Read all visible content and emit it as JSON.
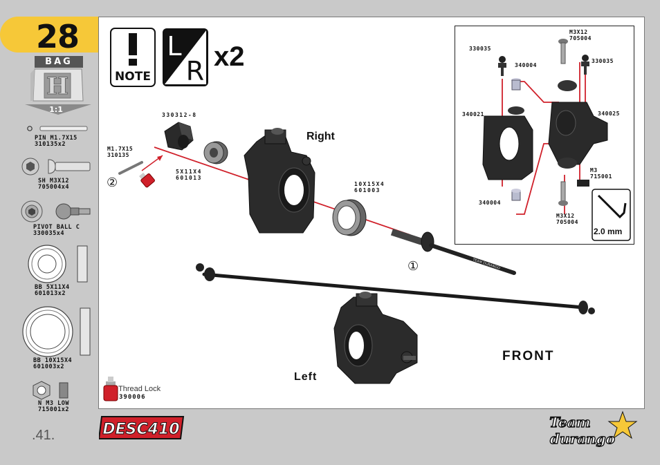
{
  "step": {
    "number": "28",
    "bag_label": "BAG",
    "bag_letter": "H",
    "scale": "1:1"
  },
  "note": {
    "label": "NOTE",
    "side_left": "L",
    "side_right": "R",
    "multiplier": "x2"
  },
  "sidebar_parts": [
    {
      "name": "PIN M1.7X15",
      "code": "310135x2"
    },
    {
      "name": "SH M3X12",
      "code": "705004x4"
    },
    {
      "name": "PIVOT BALL C",
      "code": "330035x4"
    },
    {
      "name": "BB 5X11X4",
      "code": "601013x2"
    },
    {
      "name": "BB 10X15X4",
      "code": "601003x2"
    },
    {
      "name": "N M3 LOW",
      "code": "715001x2"
    }
  ],
  "main_labels": {
    "l330312": "330312-8",
    "pin_name": "M1.7X15",
    "pin_code": "310135",
    "bb5_name": "5X11X4",
    "bb5_code": "601013",
    "bb10_name": "10X15X4",
    "bb10_code": "601003",
    "right": "Right",
    "left": "Left",
    "front": "FRONT",
    "circled_1": "①",
    "circled_2": "②",
    "shaft_text": "TEAM DURANGO"
  },
  "thread_lock": {
    "label": "Thread Lock",
    "code": "390006"
  },
  "inset": {
    "top_screw": "M3X12\n705004",
    "ball_left": "330035",
    "ball_right": "330035",
    "bushing_top": "340004",
    "left_part": "340021",
    "right_part": "340025",
    "nut": "M3\n715001",
    "bushing_bottom": "340004",
    "bottom_screw": "M3X12\n705004",
    "tool_size": "2.0 mm"
  },
  "footer": {
    "page_number": ".41.",
    "product_logo": "DESC410",
    "brand_logo_line1": "Team",
    "brand_logo_line2": "durango"
  },
  "colors": {
    "accent": "#f6c838",
    "red": "#d0202a",
    "dark": "#222222",
    "panel_bg": "#ffffff",
    "page_bg": "#c9c9c9"
  }
}
